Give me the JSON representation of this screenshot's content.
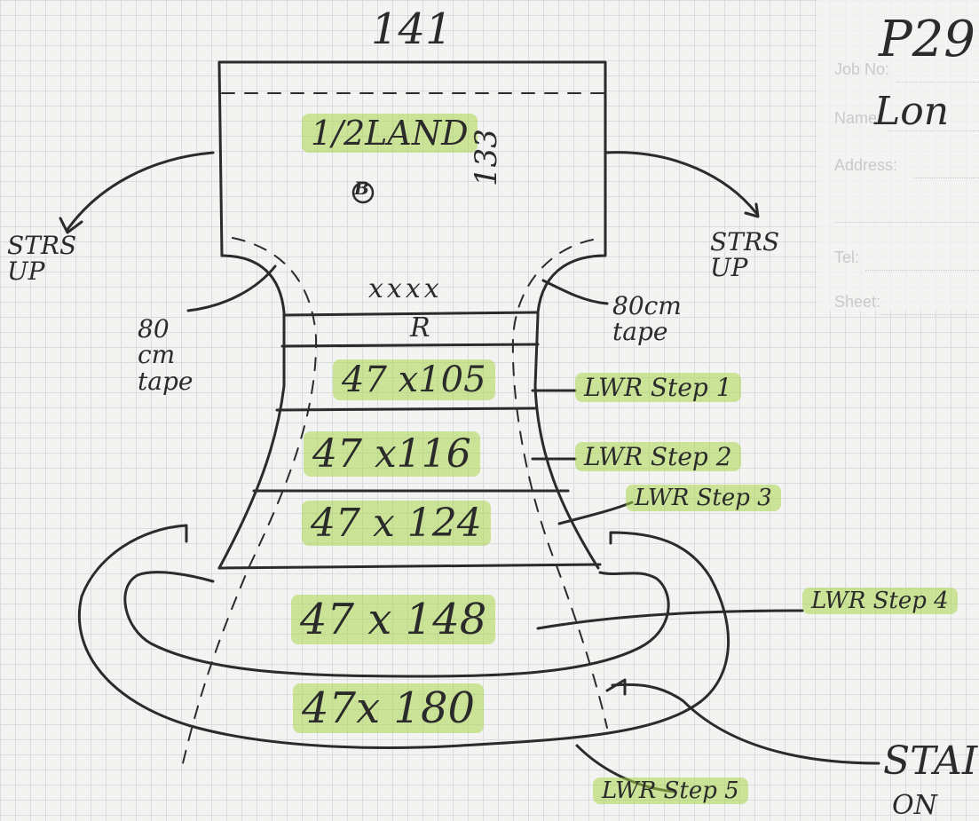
{
  "form": {
    "job_no_label": "Job No:",
    "name_label": "Name:",
    "address_label": "Address:",
    "tel_label": "Tel:",
    "sheet_label": "Sheet:",
    "job_no_value": "P29",
    "name_value": "Lon"
  },
  "sketch": {
    "top_width": "141",
    "landing_label": "1/2LAND",
    "landing_marker": "B",
    "landing_depth": "133",
    "left_note": "STRS\nUP",
    "right_note": "STRS\nUP",
    "left_tape": "80\ncm\ntape",
    "right_tape": "80cm\ntape",
    "crosses": "xxxx",
    "riser_mark": "R",
    "steps": [
      {
        "size": "47 x105",
        "label": "LWR Step 1"
      },
      {
        "size": "47 x116",
        "label": "LWR Step 2"
      },
      {
        "size": "47 x 124",
        "label": "LWR Step 3"
      },
      {
        "size": "47 x 148",
        "label": "LWR Step 4"
      },
      {
        "size": "47x 180",
        "label": "LWR Step 5"
      }
    ],
    "stair_note": "STAI",
    "stair_note_2": "ON"
  },
  "colors": {
    "ink": "#2b2b2b",
    "highlighter": "#a8d64c",
    "grid": "#d9dde0",
    "paper": "#f3f3f1"
  }
}
